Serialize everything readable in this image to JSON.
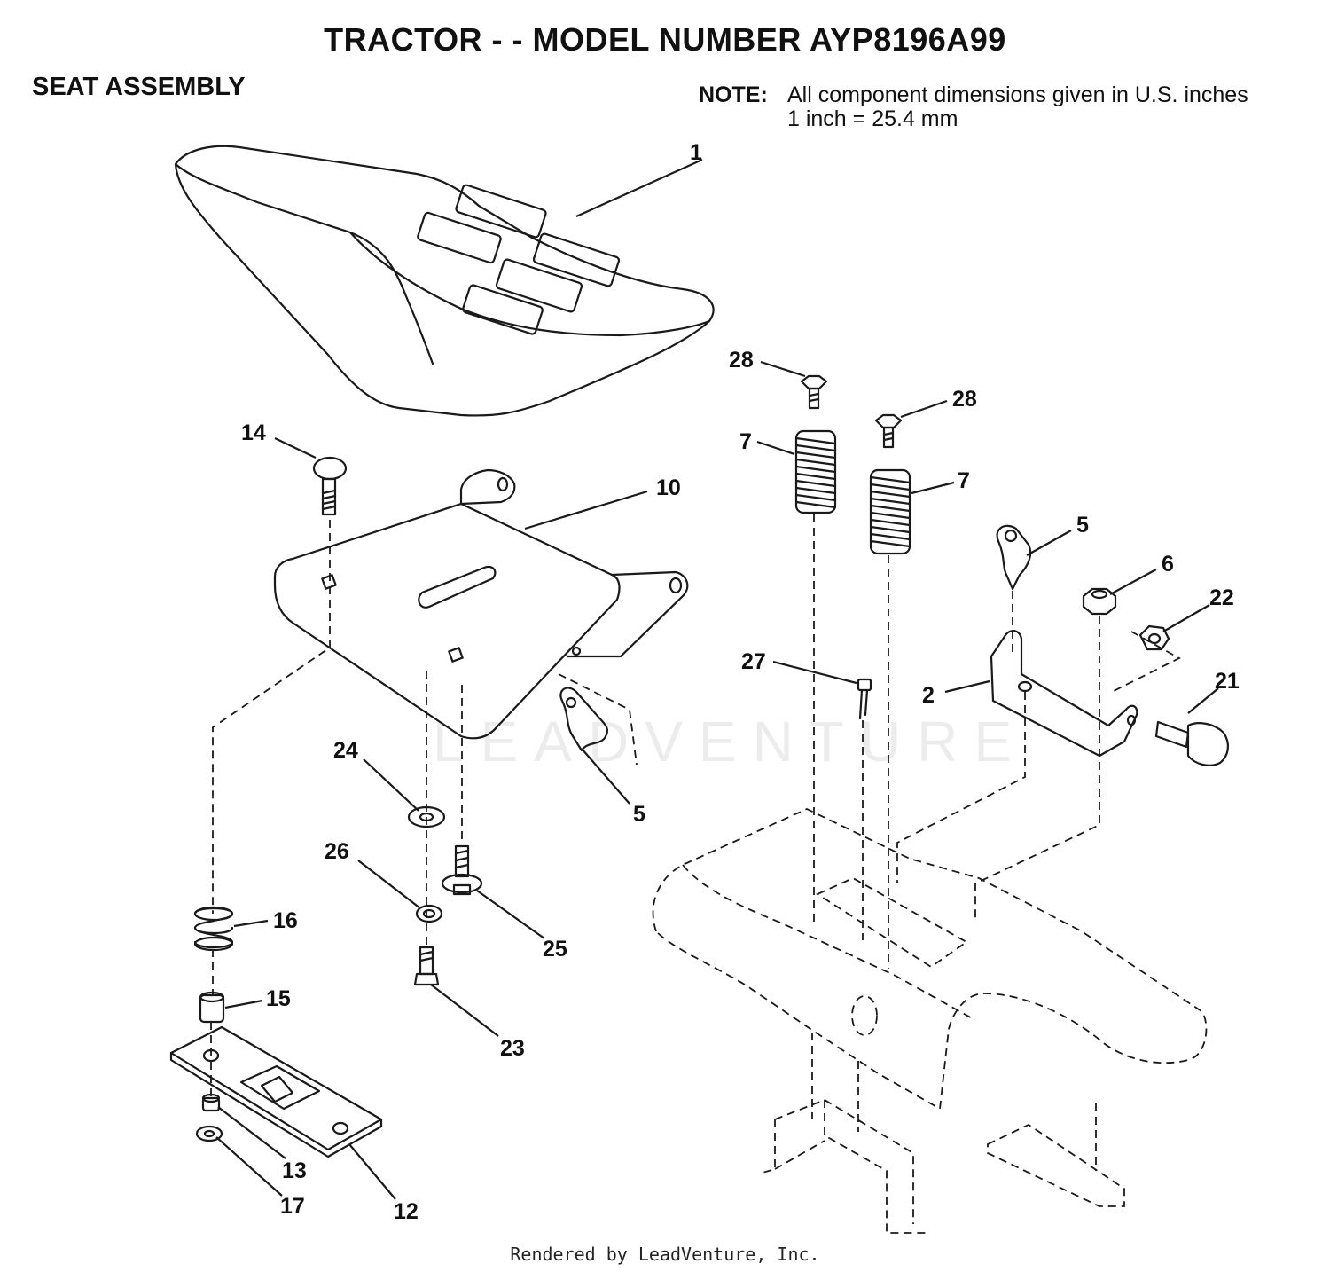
{
  "header": {
    "title": "TRACTOR - - MODEL NUMBER AYP8196A99",
    "section": "SEAT ASSEMBLY"
  },
  "note": {
    "label": "NOTE:",
    "line1": "All component dimensions given in U.S. inches",
    "line2": "1 inch = 25.4 mm"
  },
  "watermark": "LEADVENTURE",
  "footer": "Rendered by LeadVenture, Inc.",
  "callouts": [
    "1",
    "14",
    "10",
    "28",
    "28",
    "7",
    "7",
    "5",
    "6",
    "22",
    "27",
    "2",
    "21",
    "24",
    "5",
    "26",
    "25",
    "16",
    "15",
    "23",
    "13",
    "17",
    "12"
  ]
}
